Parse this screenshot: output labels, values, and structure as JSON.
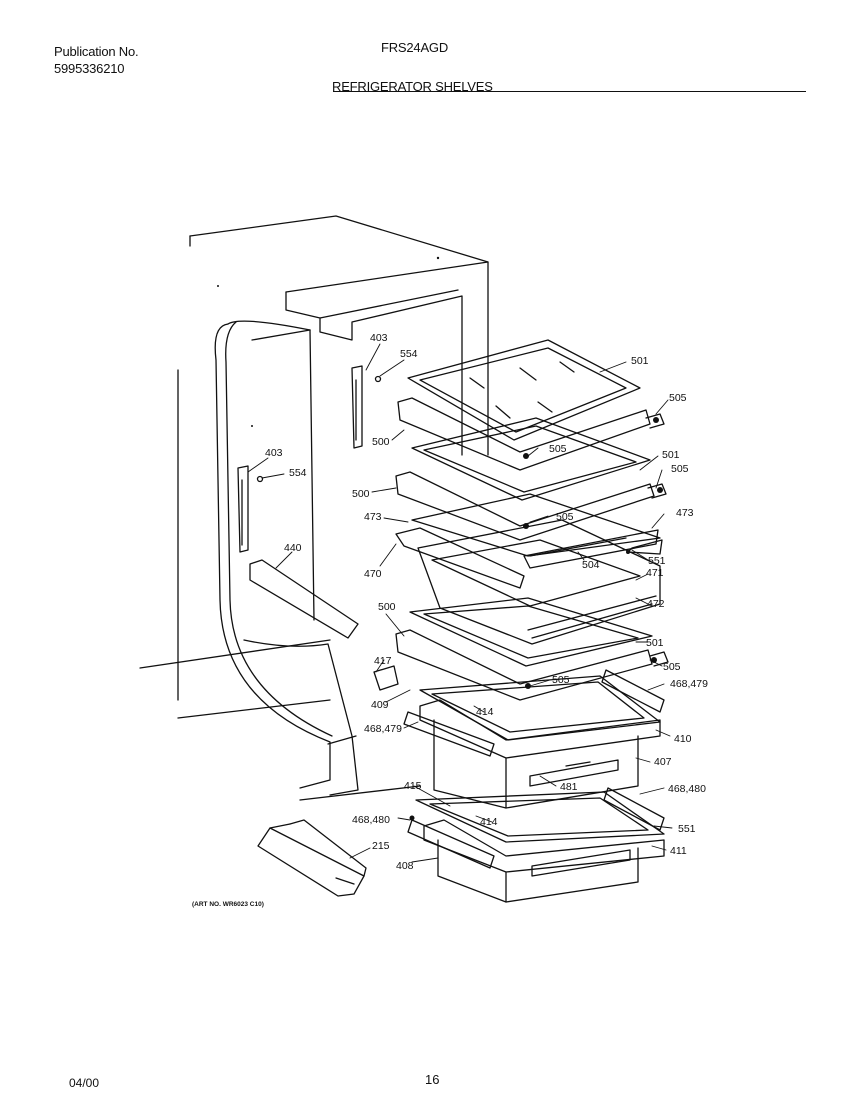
{
  "header": {
    "publication_label": "Publication No.",
    "publication_number": "5995336210",
    "model": "FRS24AGD",
    "section_title": "REFRIGERATOR SHELVES"
  },
  "art_number": "(ART NO. WR6023 C10)",
  "callouts": [
    "403",
    "554",
    "403",
    "554",
    "440",
    "501",
    "505",
    "500",
    "505",
    "501",
    "505",
    "500",
    "473",
    "505",
    "473",
    "470",
    "504",
    "551",
    "471",
    "472",
    "500",
    "501",
    "417",
    "505",
    "505",
    "468,479",
    "409",
    "414",
    "468,479",
    "410",
    "407",
    "481",
    "415",
    "468,480",
    "468,480",
    "414",
    "551",
    "215",
    "411",
    "408"
  ],
  "footer": {
    "date": "04/00",
    "page": "16"
  }
}
